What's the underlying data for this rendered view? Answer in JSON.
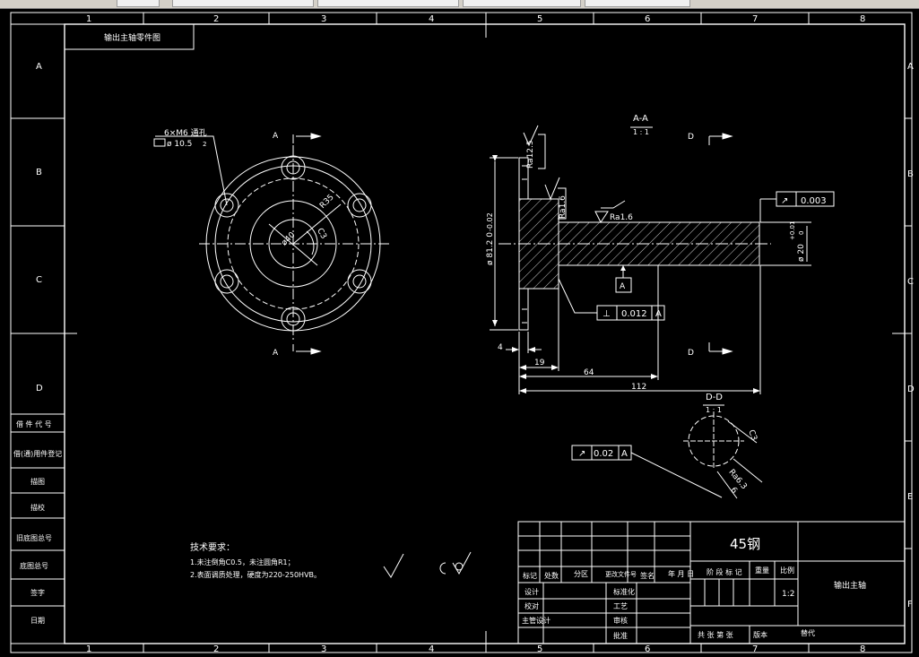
{
  "app": {
    "tabs": [
      "",
      "",
      "",
      "",
      "",
      ""
    ]
  },
  "frame": {
    "col_numbers": [
      "1",
      "2",
      "3",
      "4",
      "5",
      "6",
      "7",
      "8"
    ],
    "row_letters": [
      "A",
      "B",
      "C",
      "D"
    ],
    "right_letters": [
      "A",
      "B",
      "C",
      "D",
      "E",
      "F"
    ],
    "part_title_box": "输出主轴零件图"
  },
  "left_table": [
    "借 件 代 号",
    "借(通)用件登记",
    "描图",
    "描校",
    "旧底图总号",
    "底图总号",
    "签字",
    "日期"
  ],
  "front_view": {
    "section_mark_top": "A",
    "section_mark_bottom": "A",
    "hole_note_1": "6×M6 通孔",
    "hole_note_2": "ø 10.5",
    "hole_note_3": "2",
    "dim_r35": "R35",
    "dim_phi40": "ø40",
    "dim_c3": "C3"
  },
  "section_view": {
    "label": "A-A",
    "scale": "1 : 1",
    "ra_1": "Ra12.5",
    "ra_2": "Ra1.6",
    "ra_3": "Ra1.6",
    "dia_big": "ø 81.2 0",
    "dia_big_tol": "-0.02",
    "dia_small": "ø 20",
    "dia_small_tol_up": "+0.01",
    "dia_small_tol_low": "0",
    "runout_sym": "↗",
    "runout_val": "0.003",
    "datum": "A",
    "perp_sym": "⊥",
    "perp_val": "0.012",
    "perp_datum": "A",
    "dim_4": "4",
    "dim_19": "19",
    "dim_64": "64",
    "dim_112": "112",
    "d_mark": "D"
  },
  "detail_view": {
    "label": "D-D",
    "scale": "1 : 1",
    "sym_val": "0.02",
    "sym_datum": "A",
    "dim_c3": "C3",
    "dim_ra": "Ra6.3",
    "dim_6": "6"
  },
  "notes": {
    "title": "技术要求：",
    "line1": "1.未注倒角C0.5，未注圆角R1；",
    "line2": "2.表面调质处理，硬度为220-250HVB。"
  },
  "title_block": {
    "material": "45钢",
    "part_name": "输出主轴",
    "row_header": [
      "标记",
      "处数",
      "分区",
      "更改文件号",
      "签名",
      "年 月 日"
    ],
    "stage_header": [
      "阶 段 标 记",
      "重量",
      "比例"
    ],
    "scale": "1:2",
    "design": "设计",
    "standardize": "标准化",
    "check": "校对",
    "process": "工艺",
    "chief": "主管设计",
    "review": "审核",
    "approve": "批准",
    "sheets": "共  张  第  张",
    "version": "版本",
    "replace": "替代"
  }
}
